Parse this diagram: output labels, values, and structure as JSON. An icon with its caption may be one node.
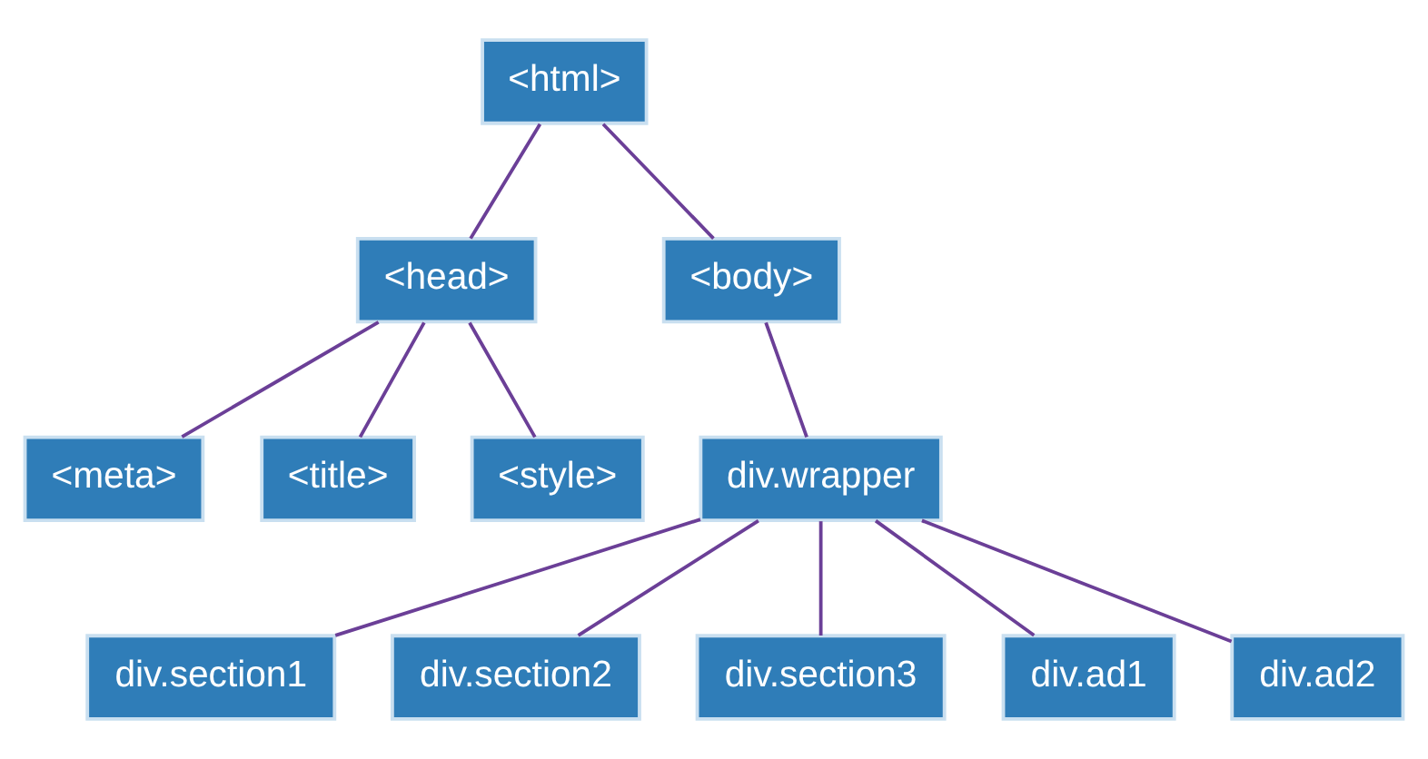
{
  "diagram": {
    "nodes": [
      {
        "text": [
          "<html>"
        ]
      },
      {
        "text": [
          "<head>"
        ]
      },
      {
        "text": [
          "<body>"
        ]
      },
      {
        "text": [
          "<meta>"
        ]
      },
      {
        "text": [
          "<title>"
        ]
      },
      {
        "text": [
          "<style>"
        ]
      },
      {
        "text": [
          "div.wrapper"
        ]
      },
      {
        "text": [
          "div.section1"
        ]
      },
      {
        "text": [
          "div.section2"
        ]
      },
      {
        "text": [
          "div.section3"
        ]
      },
      {
        "text": [
          "div.ad1"
        ]
      },
      {
        "text": [
          "div.ad2"
        ]
      }
    ],
    "edges": [
      {
        "from": 0,
        "to": 1,
        "arrow": "none"
      },
      {
        "from": 0,
        "to": 2,
        "arrow": "none"
      },
      {
        "from": 1,
        "to": 3,
        "arrow": "none"
      },
      {
        "from": 1,
        "to": 4,
        "arrow": "none"
      },
      {
        "from": 1,
        "to": 5,
        "arrow": "none"
      },
      {
        "from": 2,
        "to": 6,
        "arrow": "none"
      },
      {
        "from": 6,
        "to": 7,
        "arrow": "none"
      },
      {
        "from": 6,
        "to": 8,
        "arrow": "none"
      },
      {
        "from": 6,
        "to": 9,
        "arrow": "none"
      },
      {
        "from": 6,
        "to": 10,
        "arrow": "none"
      },
      {
        "from": 6,
        "to": 11,
        "arrow": "none"
      }
    ]
  }
}
